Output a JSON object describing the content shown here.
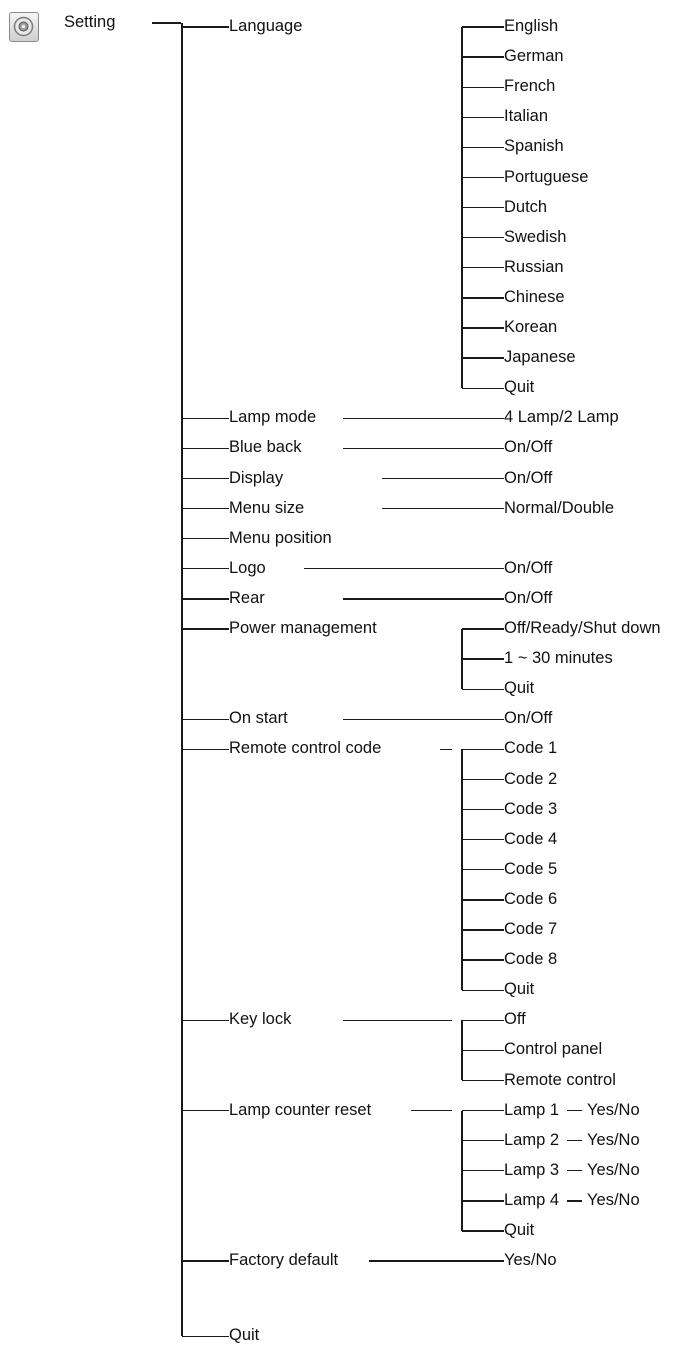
{
  "menu": {
    "icon": "settings-gear-icon",
    "title": "Setting",
    "items": [
      {
        "label": "Language",
        "options": [
          "English",
          "German",
          "French",
          "Italian",
          "Spanish",
          "Portuguese",
          "Dutch",
          "Swedish",
          "Russian",
          "Chinese",
          "Korean",
          "Japanese",
          "Quit"
        ]
      },
      {
        "label": "Lamp mode",
        "options": [
          "4 Lamp/2 Lamp"
        ]
      },
      {
        "label": "Blue back",
        "options": [
          "On/Off"
        ]
      },
      {
        "label": "Display",
        "options": [
          "On/Off"
        ]
      },
      {
        "label": "Menu size",
        "options": [
          "Normal/Double"
        ]
      },
      {
        "label": "Menu position",
        "options": []
      },
      {
        "label": "Logo",
        "options": [
          "On/Off"
        ]
      },
      {
        "label": "Rear",
        "options": [
          "On/Off"
        ]
      },
      {
        "label": "Power management",
        "options": [
          "Off/Ready/Shut down",
          "1 ~ 30 minutes",
          "Quit"
        ]
      },
      {
        "label": "On start",
        "options": [
          "On/Off"
        ]
      },
      {
        "label": "Remote control code",
        "options": [
          "Code 1",
          "Code 2",
          "Code 3",
          "Code 4",
          "Code 5",
          "Code 6",
          "Code 7",
          "Code 8",
          "Quit"
        ]
      },
      {
        "label": "Key lock",
        "options": [
          "Off",
          "Control panel",
          "Remote control"
        ]
      },
      {
        "label": "Lamp counter reset",
        "options": [
          {
            "label": "Lamp 1",
            "value": "Yes/No"
          },
          {
            "label": "Lamp 2",
            "value": "Yes/No"
          },
          {
            "label": "Lamp 3",
            "value": "Yes/No"
          },
          {
            "label": "Lamp 4",
            "value": "Yes/No"
          },
          "Quit"
        ]
      },
      {
        "label": "Factory default",
        "options": [
          "Yes/No"
        ]
      },
      {
        "label": "Quit",
        "options": []
      }
    ]
  }
}
